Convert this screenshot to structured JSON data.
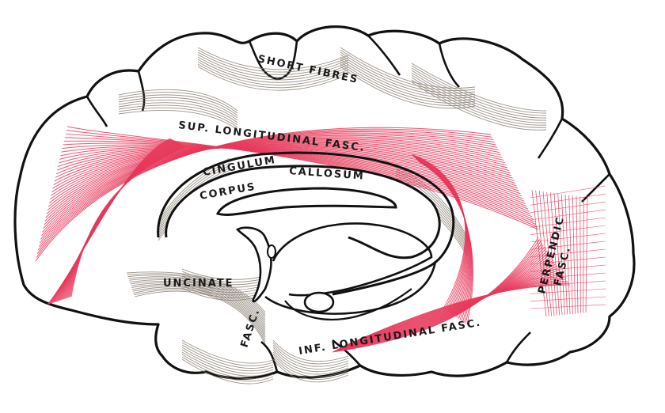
{
  "labels": {
    "short_fibres": "SHORT FIBRES",
    "sup_longitudinal": "SUP. LONGITUDINAL FASC.",
    "cingulum": "CINGULUM",
    "corpus_callosum": "CORPUS CALLOSUM",
    "uncinate": "UNCINATE",
    "fasc": "FASC.",
    "inf_longitudinal": "INF. LONGITUDINAL FASC.",
    "perpendic": "PERPENDIC",
    "perpendic_fasc": "FASC."
  },
  "colors": {
    "outline": "#111111",
    "association_fibres": "#e8385a",
    "short_fibres": "#8a7f73",
    "background": "#ffffff"
  }
}
